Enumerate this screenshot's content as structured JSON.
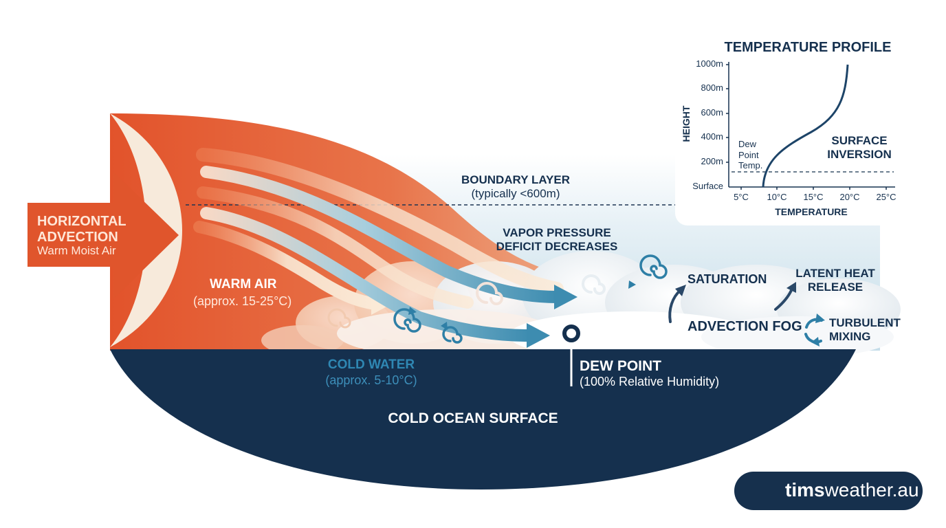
{
  "labels": {
    "advection_title": "HORIZONTAL ADVECTION",
    "advection_sub": "Warm Moist Air",
    "warm_air_title": "WARM AIR",
    "warm_air_sub": "(approx. 15-25°C)",
    "boundary_layer_title": "BOUNDARY LAYER",
    "boundary_layer_sub": "(typically <600m)",
    "vapor_pressure": "VAPOR PRESSURE DEFICIT DECREASES",
    "cold_water_title": "COLD WATER",
    "cold_water_sub": "(approx. 5-10°C)",
    "dew_point_title": "DEW POINT",
    "dew_point_sub": "(100% Relative Humidity)",
    "ocean": "COLD OCEAN SURFACE",
    "saturation": "SATURATION",
    "latent_heat": "LATENT HEAT RELEASE",
    "advection_fog": "ADVECTION FOG",
    "turbulent_mixing": "TURBULENT MIXING"
  },
  "temperature_profile": {
    "title": "TEMPERATURE PROFILE",
    "y_label": "HEIGHT",
    "x_label": "TEMPERATURE",
    "y_ticks": [
      "1000m",
      "800m",
      "600m",
      "400m",
      "200m",
      "Surface"
    ],
    "x_ticks": [
      "5°C",
      "10°C",
      "15°C",
      "20°C",
      "25°C"
    ],
    "dew_point_label": "Dew Point Temp.",
    "inversion_label": "SURFACE INVERSION"
  },
  "brand": {
    "bold": "tims",
    "rest": "weather.au"
  },
  "colors": {
    "warm": "#e0552c",
    "ocean": "#15304e",
    "cold_water": "#2f87b3",
    "fog_blue": "#cfe4ee",
    "sun": "#f0a23a"
  }
}
